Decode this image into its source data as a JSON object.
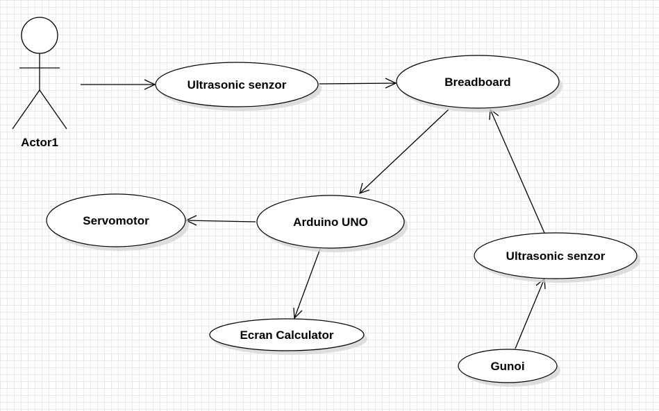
{
  "actor": {
    "label": "Actor1"
  },
  "use_cases": {
    "ultrasonic_top": "Ultrasonic senzor",
    "breadboard": "Breadboard",
    "servomotor": "Servomotor",
    "arduino": "Arduino UNO",
    "ecran": "Ecran Calculator",
    "ultrasonic_right": "Ultrasonic senzor",
    "gunoi": "Gunoi"
  }
}
